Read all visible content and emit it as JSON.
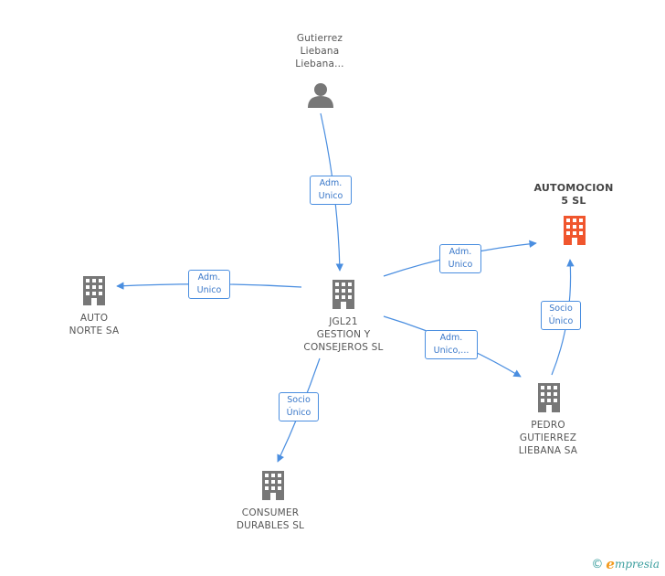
{
  "colors": {
    "edge": "#4a8ee0",
    "company": "#777777",
    "focus_company": "#f0562e",
    "person": "#777777",
    "brand_teal": "#3b9e9e",
    "brand_orange": "#f39a1e"
  },
  "nodes": {
    "person_gutierrez": {
      "type": "person-icon",
      "lines": [
        "Gutierrez",
        "Liebana",
        "Liebana..."
      ]
    },
    "automocion": {
      "type": "building-icon",
      "focus": true,
      "lines": [
        "AUTOMOCION",
        "5 SL"
      ]
    },
    "jgl21": {
      "type": "building-icon",
      "lines": [
        "JGL21",
        "GESTION Y",
        "CONSEJEROS SL"
      ]
    },
    "auto_norte": {
      "type": "building-icon",
      "lines": [
        "AUTO",
        "NORTE SA"
      ]
    },
    "pedro": {
      "type": "building-icon",
      "lines": [
        "PEDRO",
        "GUTIERREZ",
        "LIEBANA SA"
      ]
    },
    "consumer": {
      "type": "building-icon",
      "lines": [
        "CONSUMER",
        "DURABLES SL"
      ]
    }
  },
  "edges": {
    "gutierrez_jgl21": {
      "lines": [
        "Adm.",
        "Unico"
      ]
    },
    "jgl21_automocion": {
      "lines": [
        "Adm.",
        "Unico"
      ]
    },
    "jgl21_auto_norte": {
      "lines": [
        "Adm.",
        "Unico"
      ]
    },
    "jgl21_pedro": {
      "lines": [
        "Adm.",
        "Unico,..."
      ]
    },
    "pedro_automocion": {
      "lines": [
        "Socio",
        "Único"
      ]
    },
    "jgl21_consumer": {
      "lines": [
        "Socio",
        "Único"
      ]
    }
  },
  "footer": {
    "copyright": "©",
    "brand_initial": "e",
    "brand_rest": "mpresia"
  }
}
